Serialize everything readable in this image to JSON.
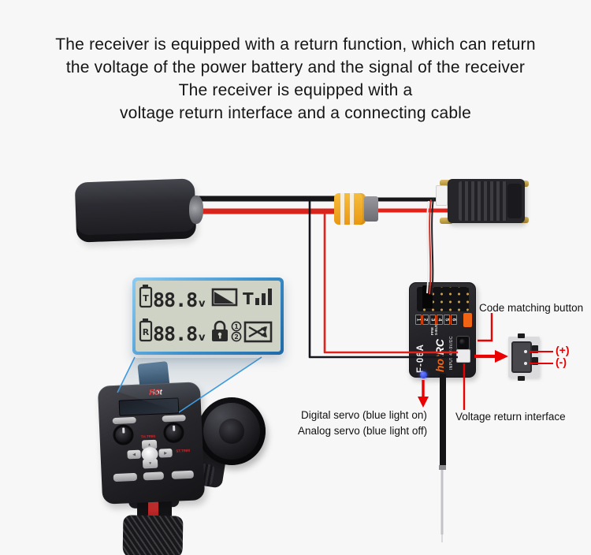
{
  "header": {
    "lines": [
      "The receiver is equipped with a return function, which can return",
      "the voltage of the power battery and the signal of the receiver",
      "The receiver is equipped with a",
      "voltage return interface and a connecting cable"
    ]
  },
  "labels": {
    "code_matching": "Code matching button",
    "plus": "(+)",
    "minus": "(-)",
    "digital_servo": "Digital servo (blue light on)",
    "analog_servo": "Analog servo (blue light off)",
    "voltage_return": "Voltage return interface"
  },
  "lcd": {
    "tx_label": "T",
    "tx_voltage": "88.8",
    "tx_unit": "v",
    "rx_label": "R",
    "rx_voltage": "88.8",
    "rx_unit": "v",
    "signal_letter": "T",
    "badge_1": "1",
    "badge_2": "2"
  },
  "receiver": {
    "model": "F-06A",
    "brand_hot": "hot",
    "brand_rc": "RC",
    "protocol_line1": "PPM",
    "protocol_line2": "S-BUS",
    "input_label": "INPUT 4V-9V/DC",
    "channels": [
      "1",
      "2",
      "3",
      "4",
      "5",
      "6"
    ]
  },
  "transmitter": {
    "brand_hot": "Hot",
    "brand_rc": "RC",
    "th_trim": "TH.TRIM",
    "st_trim": "ST.TRIM",
    "dpad_up": "▲",
    "dpad_left": "◀",
    "dpad_right": "▶",
    "dpad_down": "▼"
  },
  "colors": {
    "annotation_red": "#ea0000",
    "wire_red": "#e32119",
    "wire_black": "#17171a",
    "accent_orange": "#f06414",
    "xt60_yellow": "#f2a71f",
    "led_blue": "#2b3fe8",
    "magnifier_blue": "#3f9be0",
    "lcd_screen": "#cfd3c6"
  }
}
